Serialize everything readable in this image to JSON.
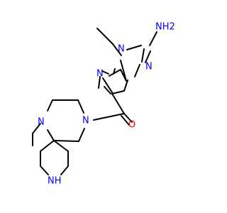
{
  "structure": {
    "atoms": {
      "nh2": "NH2",
      "n_imid_ethyl": "N",
      "n_imid": "N",
      "n_pyridine": "N",
      "o_carbonyl": "O",
      "n_amide": "N",
      "n_methyl": "N",
      "nh_piperidine": "NH"
    },
    "colors": {
      "nitrogen": "#0000ff",
      "oxygen": "#ff0000",
      "bond": "#000000"
    }
  }
}
